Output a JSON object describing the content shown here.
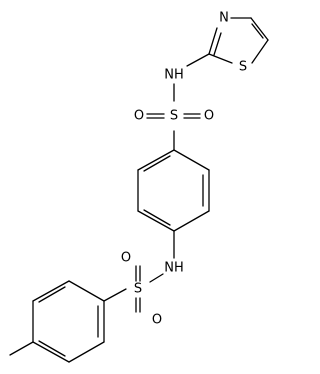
{
  "structure": {
    "labels": {
      "n_thiazole": "N",
      "s_thiazole": "S",
      "nh_top": "NH",
      "s_sulfonyl_top": "S",
      "o_top_left": "O",
      "o_top_right": "O",
      "nh_bottom": "NH",
      "s_sulfonyl_bottom": "S",
      "o_bottom_top": "O",
      "o_bottom_bottom": "O"
    }
  }
}
